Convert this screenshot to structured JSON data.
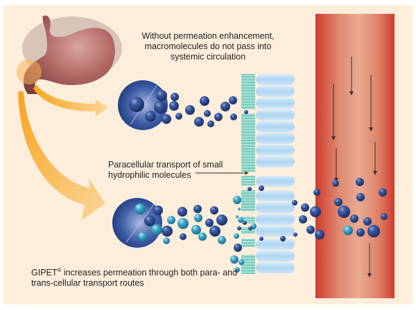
{
  "figure": {
    "captions": {
      "top": "Without permeation enhancement, macromolecules do not pass into systemic circulation",
      "middle": "Paracellular transport of small hydrophilic molecules",
      "bottom_brand": "GIPET",
      "bottom_trademark": "®",
      "bottom_rest": " increases permeation through both para- and trans-cellular transport routes"
    },
    "elements": {
      "organ": "stomach",
      "tablets": [
        "tablet-without-enhancer",
        "tablet-with-gipet"
      ],
      "barrier": "intestinal epithelium",
      "vessel": "blood vessel (systemic circulation)"
    },
    "colors": {
      "background": "#fdeedb",
      "molecule_dark": "#2a4a8e",
      "molecule_light": "#3fa9c9",
      "tight_junction": "#7fd1c4",
      "cell": "#b9dcf5",
      "vessel": "#d2473a",
      "arrow_orange": "#f6a623"
    }
  }
}
